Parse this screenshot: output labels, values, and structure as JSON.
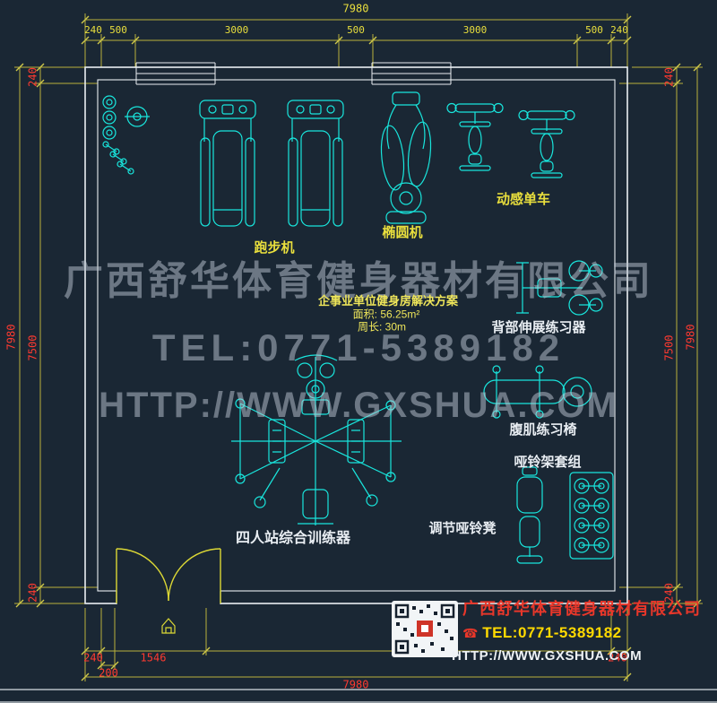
{
  "colors": {
    "background": "#1a2734",
    "equipment_cyan": "#19e6dd",
    "dimension_yellow": "#e9df3d",
    "dimension_red": "#ff3a30",
    "wall_white": "#e9eef2",
    "door_yellow": "#dcd835",
    "footer_red": "#e8372a",
    "footer_tel_yellow": "#ffd900",
    "watermark_gray": "#bec8d4"
  },
  "icons": {
    "phone": "☎"
  },
  "dims": {
    "top_total": "7980",
    "top_segments": [
      "240",
      "500",
      "3000",
      "500",
      "3000",
      "500",
      "240"
    ],
    "left_outer": "7980",
    "left_inner": "7500",
    "left_top": "240",
    "left_bottom": "240",
    "right_outer": "7980",
    "right_inner": "7500",
    "right_top": "240",
    "right_bottom": "240",
    "bottom_left": "240",
    "bottom_door": "1546",
    "bottom_small": "200",
    "bottom_right": "240",
    "bottom_total": "7980"
  },
  "equipment_labels": {
    "treadmill": "跑步机",
    "elliptical": "椭圆机",
    "spin_bike": "动感单车",
    "back_extension": "背部伸展练习器",
    "multi_station": "四人站综合训练器",
    "ab_chair": "腹肌练习椅",
    "dumbbell_rack": "哑铃架套组",
    "adjustable_bench": "调节哑铃凳"
  },
  "plan_info": {
    "title": "企事业单位健身房解决方案",
    "area": "面积: 56.25m²",
    "perimeter": "周长: 30m"
  },
  "watermark": {
    "line1": "广西舒华体育健身器材有限公司",
    "line2": "TEL:0771-5389182",
    "line3": "HTTP://WWW.GXSHUA.COM"
  },
  "footer": {
    "company": "广西舒华体育健身器材有限公司",
    "tel": "TEL:0771-5389182",
    "url": "HTTP://WWW.GXSHUA.COM"
  }
}
